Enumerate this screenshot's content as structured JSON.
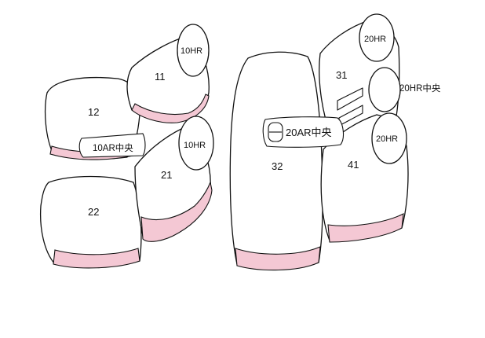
{
  "colors": {
    "accent_fill": "#f4c8d4",
    "outline": "#111111",
    "background": "#ffffff"
  },
  "parts": {
    "p11": "11",
    "p12": "12",
    "p21": "21",
    "p22": "22",
    "p31": "31",
    "p32": "32",
    "p41": "41",
    "hr10_top": "10HR",
    "hr10_mid": "10HR",
    "ar10_center": "10AR中央",
    "ar20_center": "20AR中央",
    "hr20_top": "20HR",
    "hr20_mid": "20HR",
    "hr20_center": "20HR中央"
  }
}
